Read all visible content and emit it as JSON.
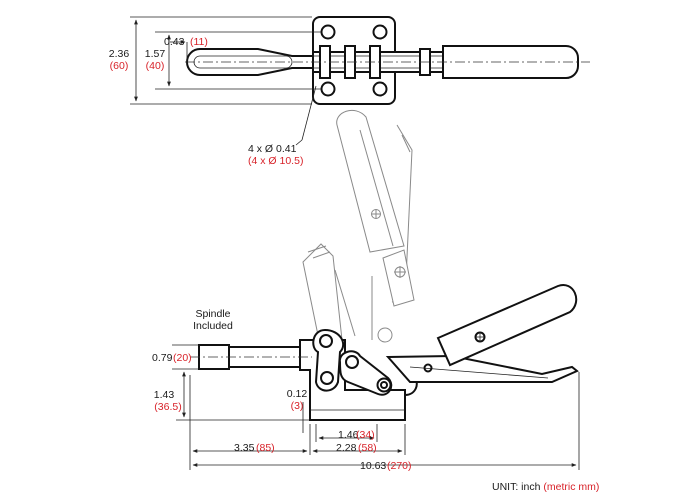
{
  "dims": {
    "top_height_in": "2.36",
    "top_height_mm": "(60)",
    "hole_spacing_in": "1.57",
    "hole_spacing_mm": "(40)",
    "tip_in": "0.43",
    "tip_mm": "(11)",
    "holes_in": "4 x Ø 0.41",
    "holes_mm": "(4 x Ø 10.5)",
    "spindle_dia_in": "0.79",
    "spindle_dia_mm": "(20)",
    "spindle_height_in": "1.43",
    "spindle_height_mm": "(36.5)",
    "base_thk_in": "0.12",
    "base_thk_mm": "(3)",
    "base_w1_in": "1.46",
    "base_w1_mm": "(34)",
    "base_w2_in": "2.28",
    "base_w2_mm": "(58)",
    "reach_in": "3.35",
    "reach_mm": "(85)",
    "overall_in": "10.63",
    "overall_mm": "(270)"
  },
  "labels": {
    "spindle_line1": "Spindle",
    "spindle_line2": "Included",
    "unit_prefix": "UNIT: inch",
    "unit_metric": "(metric mm)"
  }
}
